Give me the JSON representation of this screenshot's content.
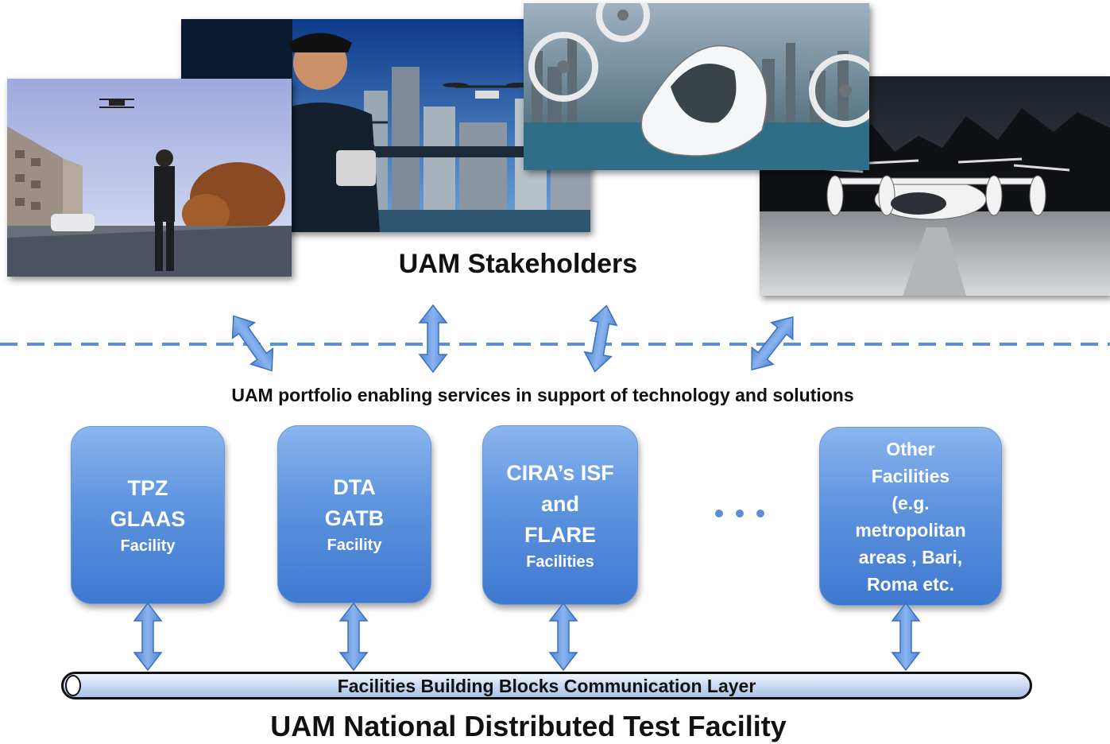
{
  "stakeholders_title": "UAM Stakeholders",
  "portfolio_caption": "UAM portfolio enabling services in support of technology and solutions",
  "facilities": [
    {
      "lines": [
        "TPZ",
        "GLAAS"
      ],
      "sub": "Facility"
    },
    {
      "lines": [
        "DTA",
        "GATB"
      ],
      "sub": "Facility"
    },
    {
      "lines": [
        "CIRA’s ISF",
        "and",
        "FLARE"
      ],
      "sub": "Facilities"
    },
    {
      "lines": [
        "Other",
        "Facilities",
        "(e.g.",
        "metropolitan",
        "areas , Bari,",
        "Roma etc."
      ]
    }
  ],
  "layer_label": "Facilities Building Blocks Communication Layer",
  "national_title": "UAM National Distributed Test Facility",
  "colors": {
    "box_fill": "#5d93de",
    "arrow_fill": "#6fa0e6",
    "dashed_line": "#5b8fd8",
    "layer_bar": "#c5d7f0"
  },
  "icons": [
    "double-arrow-icon",
    "ellipsis-dots-icon"
  ]
}
